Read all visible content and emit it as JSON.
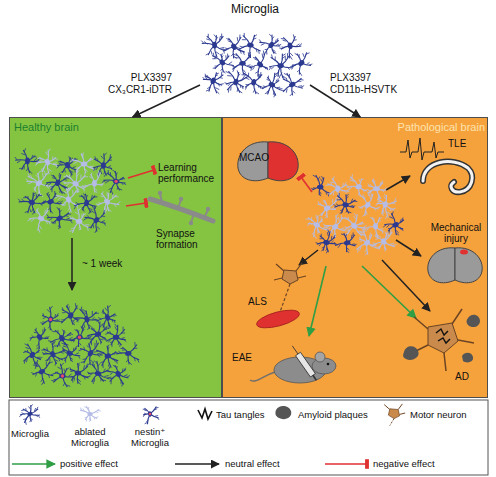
{
  "diagram": {
    "nodes": [
      {
        "text": [
          "Microglia"
        ]
      },
      {
        "text": [
          "Healthy brain"
        ]
      },
      {
        "text": [
          "Pathological brain"
        ]
      }
    ],
    "edges": [
      {
        "from": 0,
        "to": 1,
        "arrow": "to",
        "label": "PLX3397 CX₃CR1-iDTR"
      },
      {
        "from": 0,
        "to": 2,
        "arrow": "to",
        "label": "PLX3397 CD11b-HSVTK"
      }
    ],
    "labels": [
      "Learning performance",
      "Synapse formation",
      "~ 1 week",
      "MCAO",
      "TLE",
      "Mechanical injury",
      "ALS",
      "EAE",
      "AD"
    ],
    "legend": [
      {
        "text": "Microglia"
      },
      {
        "text": "ablated Microglia"
      },
      {
        "text": "nestin⁺ Microglia"
      },
      {
        "text": "Tau tangles"
      },
      {
        "text": "Amyloid plaques"
      },
      {
        "text": "Motor neuron"
      },
      {
        "text": "positive effect"
      },
      {
        "text": "neutral effect"
      },
      {
        "text": "negative effect"
      }
    ]
  }
}
